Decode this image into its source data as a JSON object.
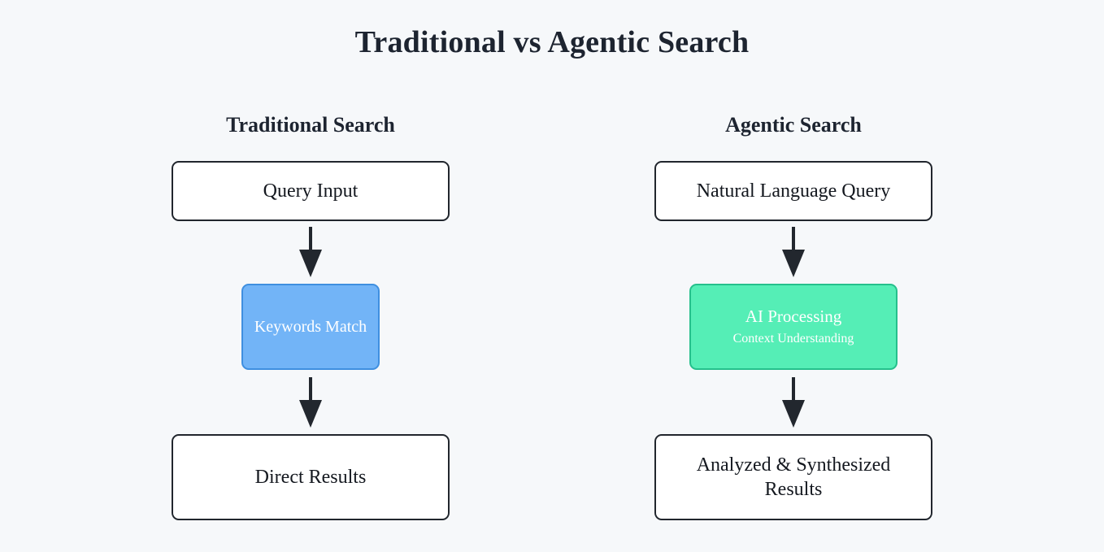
{
  "title": "Traditional vs Agentic Search",
  "theme": {
    "background": "#f6f8fa",
    "text": "#1d2430",
    "box_border": "#21262d",
    "box_fill": "#ffffff",
    "accent_blue_fill": "#72b4f7",
    "accent_blue_border": "#3f8fe0",
    "accent_green_fill": "#55eeb6",
    "accent_green_border": "#25c08c",
    "arrow": "#22272e"
  },
  "columns": [
    {
      "heading": "Traditional Search",
      "nodes": [
        {
          "label": "Query Input",
          "sub": "",
          "style": "plain"
        },
        {
          "label": "Keywords Match",
          "sub": "",
          "style": "accent-blue"
        },
        {
          "label": "Direct Results",
          "sub": "",
          "style": "plain"
        }
      ],
      "arrows": [
        {
          "name": "arrow-query-to-keywords"
        },
        {
          "name": "arrow-keywords-to-results"
        }
      ]
    },
    {
      "heading": "Agentic Search",
      "nodes": [
        {
          "label": "Natural Language Query",
          "sub": "",
          "style": "plain"
        },
        {
          "label": "AI Processing",
          "sub": "Context Understanding",
          "style": "accent-green"
        },
        {
          "label": "Analyzed & Synthesized Results",
          "sub": "",
          "style": "plain"
        }
      ],
      "arrows": [
        {
          "name": "arrow-nlquery-to-ai"
        },
        {
          "name": "arrow-ai-to-results"
        }
      ]
    }
  ]
}
